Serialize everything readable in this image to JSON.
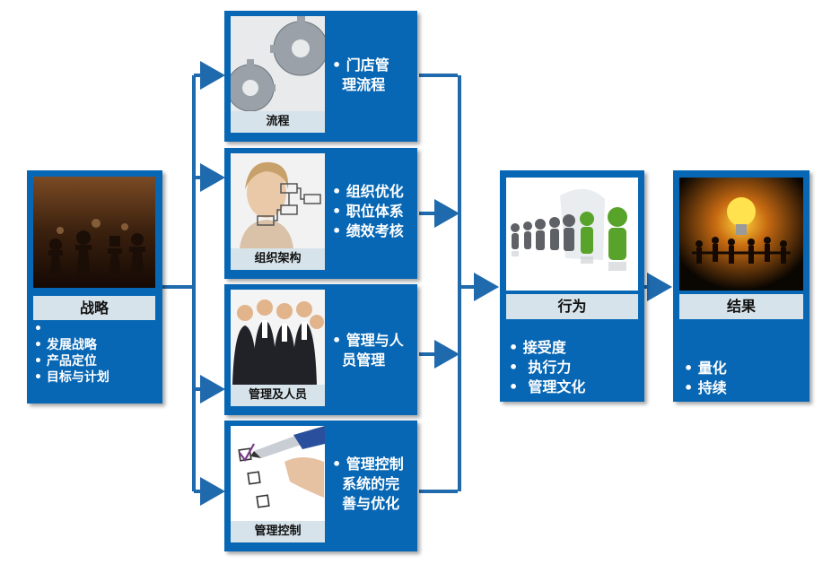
{
  "strategy": {
    "caption": "战略",
    "items": [
      "•",
      "• 发展战略",
      "• 产品定位",
      "• 目标与计划"
    ],
    "watermark": "photo-chess"
  },
  "process": {
    "caption": "流程",
    "text_lines": [
      "• 门店管",
      "  理流程"
    ]
  },
  "organization": {
    "caption": "组织架构",
    "text_lines": [
      "• 组织优化",
      "• 职位体系",
      "• 绩效考核"
    ]
  },
  "people": {
    "caption": "管理及人员",
    "text_lines": [
      "• 管理与人",
      "  员管理"
    ]
  },
  "control": {
    "caption": "管理控制",
    "text_lines": [
      "• 管理控制",
      "  系统的完",
      "  善与优化"
    ]
  },
  "behavior": {
    "caption": "行为",
    "items": [
      "• 接受度",
      "•  执行力",
      "•  管理文化"
    ]
  },
  "result": {
    "caption": "结果",
    "items": [
      "• 量化",
      "• 持续"
    ]
  },
  "colors": {
    "box_blue": "#0867b4",
    "caption_bg": "#d6e3ea",
    "connector": "#1f69ad",
    "text_white": "#ffffff"
  }
}
